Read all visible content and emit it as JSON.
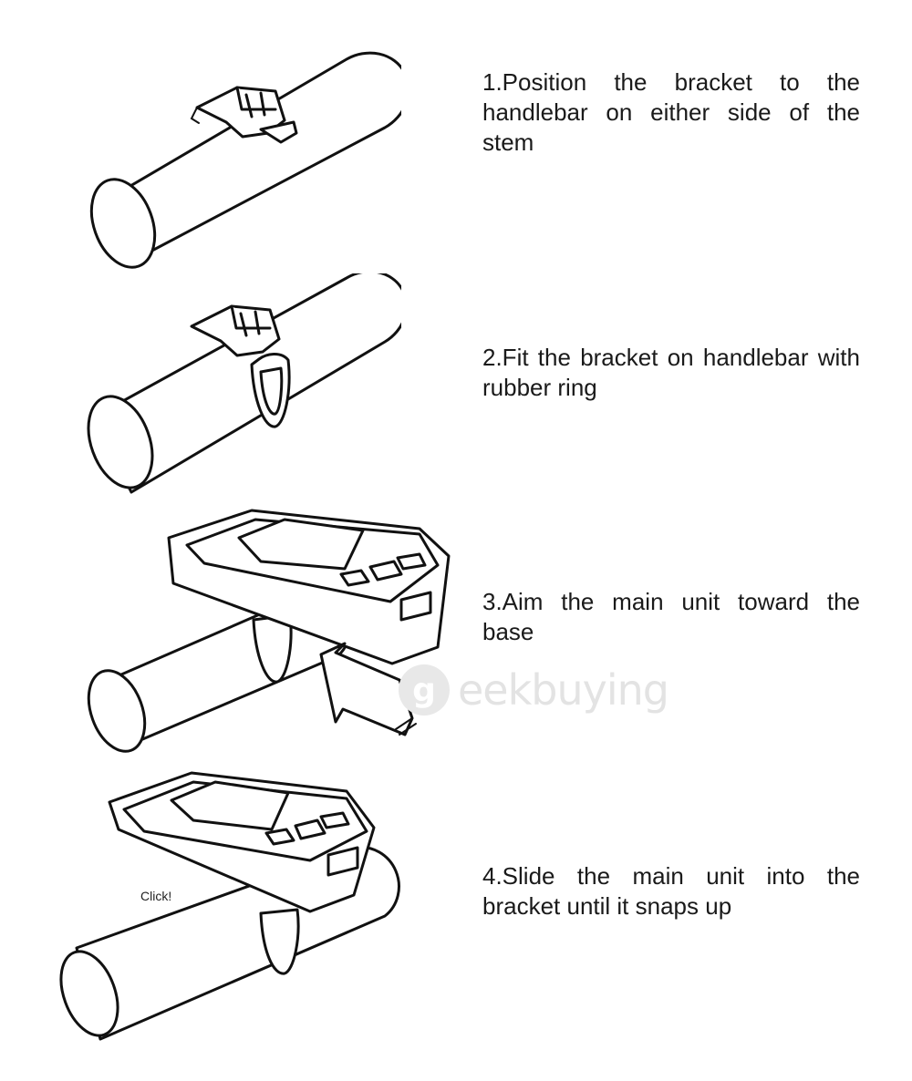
{
  "steps": [
    {
      "text": "1.Position the bracket to the handlebar on either side of the stem",
      "illustration": "bracket-on-handlebar"
    },
    {
      "text": "2.Fit the bracket on handlebar with rubber ring",
      "illustration": "bracket-with-rubber-ring"
    },
    {
      "text": "3.Aim the main unit toward the base",
      "illustration": "unit-aimed-at-base"
    },
    {
      "text": "4.Slide the main unit into the bracket until it snaps up",
      "illustration": "unit-snapped-into-bracket"
    }
  ],
  "annotations": {
    "click": "Click!"
  },
  "watermark": {
    "text": "eekbuying",
    "logo_letter": "g",
    "color": "#e3e3e3"
  }
}
